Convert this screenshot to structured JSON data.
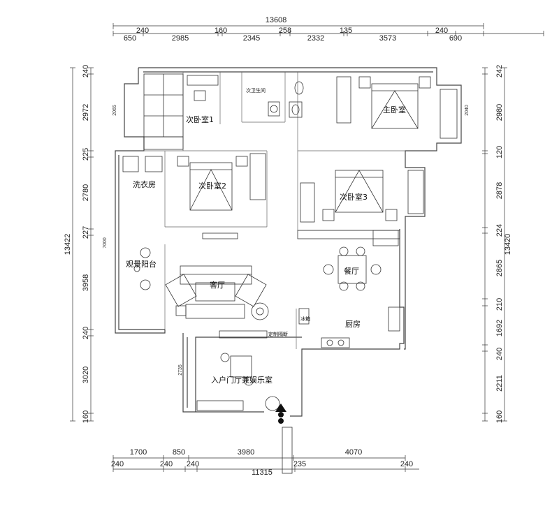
{
  "dimensions": {
    "top_total": "13608",
    "top_row1": [
      "240",
      "2985",
      "160",
      "2345",
      "258",
      "2332",
      "135",
      "3573",
      "240"
    ],
    "top_row2": [
      "650",
      "690"
    ],
    "left_total": "13422",
    "left": [
      "240",
      "2972",
      "225",
      "2780",
      "227",
      "3958",
      "240",
      "3020",
      "160"
    ],
    "right_total": "13420",
    "right": [
      "242",
      "2980",
      "120",
      "2878",
      "224",
      "2865",
      "210",
      "1692",
      "240",
      "2211",
      "160"
    ],
    "bottom_row1": [
      "1700",
      "850",
      "3980",
      "4070"
    ],
    "bottom_row2": [
      "240",
      "240",
      "240",
      "11315",
      "235",
      "240"
    ],
    "inner": [
      "2065",
      "2040",
      "7000",
      "2735"
    ]
  },
  "rooms": {
    "bedroom1": "次卧室1",
    "bath2": "次卫生间",
    "master": "主卧室",
    "laundry": "洗衣房",
    "bedroom2": "次卧室2",
    "bedroom3": "次卧室3",
    "balcony": "观景阳台",
    "living": "客厅",
    "dining": "餐厅",
    "kitchen": "厨房",
    "entrance": "入户门厅兼娱乐室"
  },
  "labels": {
    "partition": "定制隔断",
    "fridge": "冰箱"
  }
}
